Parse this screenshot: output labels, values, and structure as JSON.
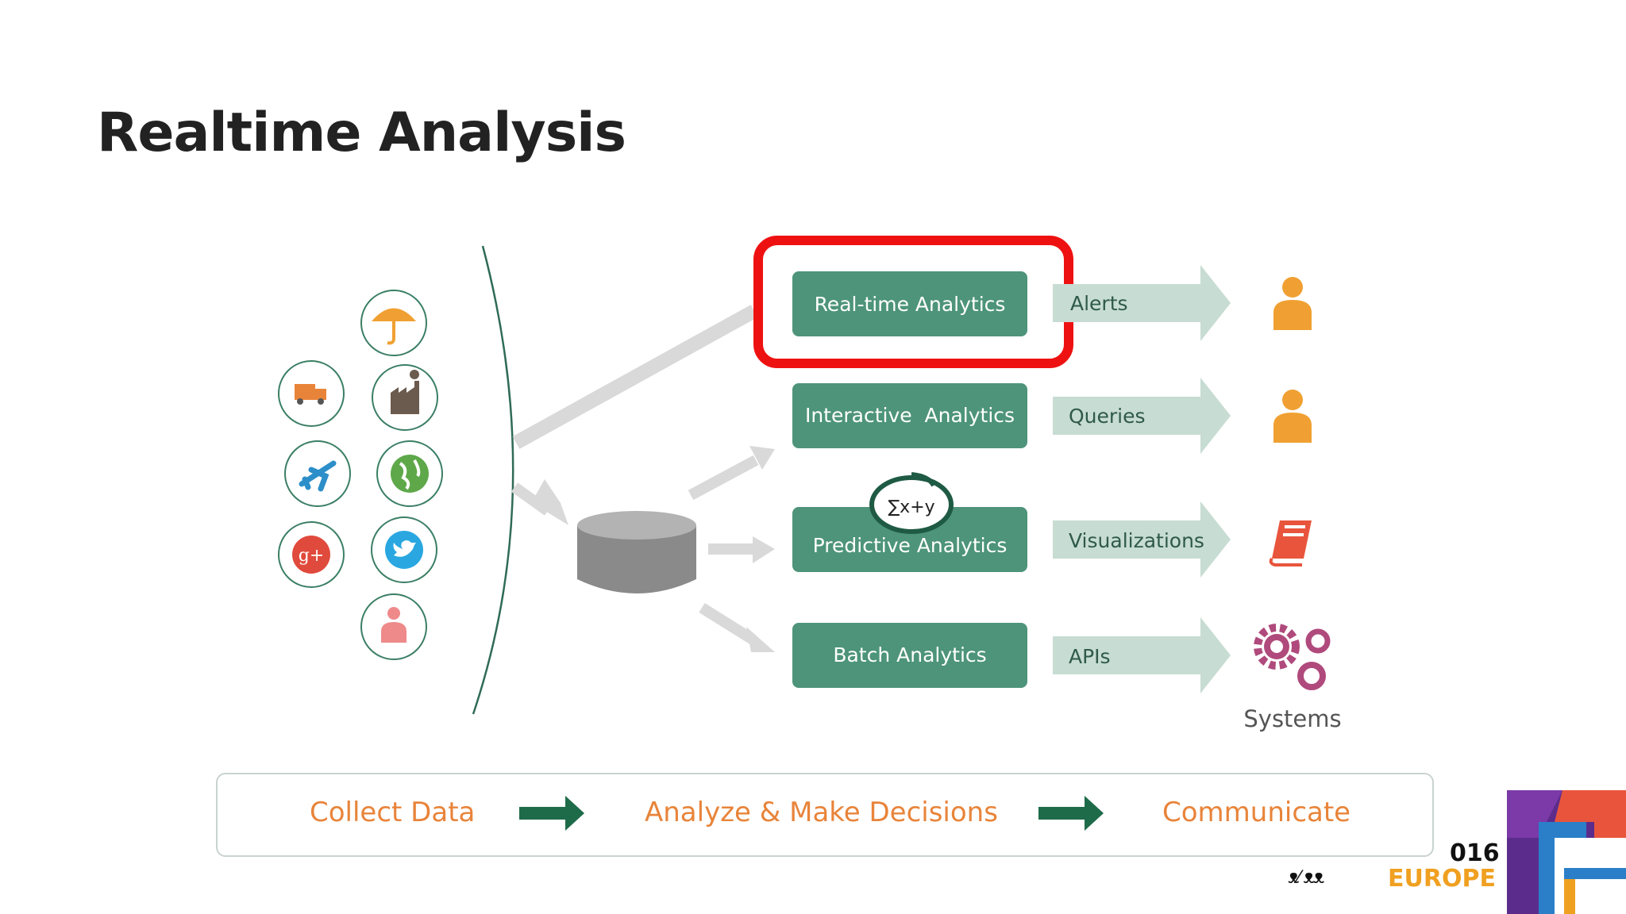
{
  "slide": {
    "title": "Realtime Analysis"
  },
  "colors": {
    "box_green": "#4d947a",
    "arrow_light": "#c7dcd2",
    "highlight_red": "#ee1111",
    "orange": "#f0a032",
    "footer_text": "#e8843a",
    "footer_arrow": "#1e6b4a",
    "gear": "#b04a7c"
  },
  "sources": {
    "icons": [
      "umbrella-icon",
      "truck-icon",
      "factory-icon",
      "airplane-icon",
      "globe-icon",
      "google-plus-icon",
      "twitter-icon",
      "person-icon"
    ]
  },
  "analytics": [
    {
      "label": "Real-time Analytics",
      "output": "Alerts",
      "consumer_icon": "person-icon",
      "highlighted": true
    },
    {
      "label": "Interactive  Analytics",
      "output": "Queries",
      "consumer_icon": "person-icon"
    },
    {
      "label": "Predictive Analytics",
      "output": "Visualizations",
      "consumer_icon": "book-icon",
      "formula": "∑x+y"
    },
    {
      "label": "Batch Analytics",
      "output": "APIs",
      "consumer_icon": "gears-icon",
      "consumer_label": "Systems"
    }
  ],
  "footer": {
    "steps": [
      "Collect Data",
      "Analyze &  Make Decisions",
      "Communicate"
    ]
  },
  "badge": {
    "year": "016",
    "region": "EUROPE"
  }
}
